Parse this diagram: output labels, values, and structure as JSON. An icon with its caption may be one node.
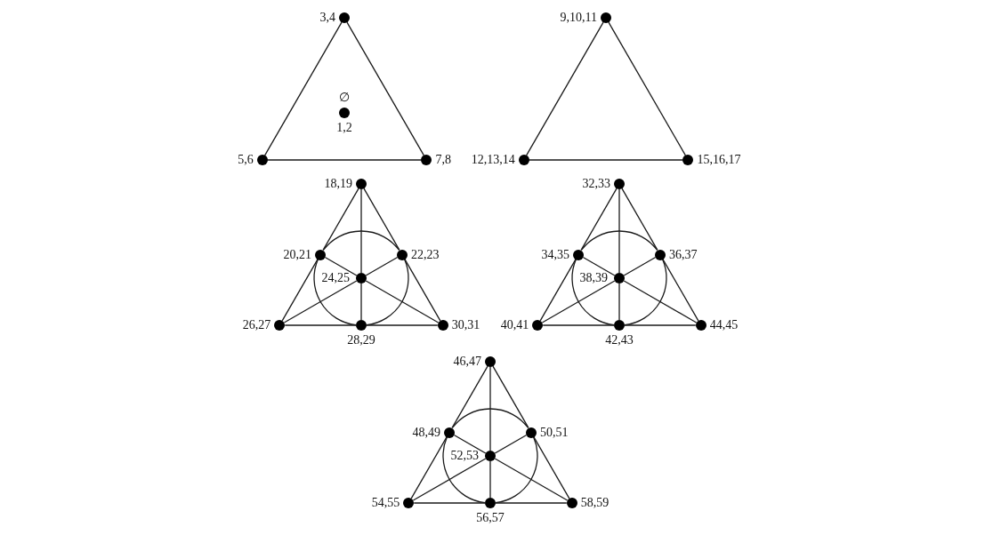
{
  "diagram": {
    "nodes": [
      {
        "text": [],
        "shape": "circle",
        "beside": [
          "3,4"
        ]
      },
      {
        "text": [],
        "shape": "circle",
        "beside": [
          "∅",
          "1,2"
        ]
      },
      {
        "text": [],
        "shape": "circle",
        "beside": [
          "5,6"
        ]
      },
      {
        "text": [],
        "shape": "circle",
        "beside": [
          "7,8"
        ]
      },
      {
        "text": [],
        "shape": "circle",
        "beside": [
          "9,10,11"
        ]
      },
      {
        "text": [],
        "shape": "circle",
        "beside": [
          "12,13,14"
        ]
      },
      {
        "text": [],
        "shape": "circle",
        "beside": [
          "15,16,17"
        ]
      },
      {
        "text": [],
        "shape": "circle",
        "beside": [
          "18,19"
        ]
      },
      {
        "text": [],
        "shape": "circle",
        "beside": [
          "20,21"
        ]
      },
      {
        "text": [],
        "shape": "circle",
        "beside": [
          "22,23"
        ]
      },
      {
        "text": [],
        "shape": "circle",
        "beside": [
          "24,25"
        ]
      },
      {
        "text": [],
        "shape": "circle",
        "beside": [
          "26,27"
        ]
      },
      {
        "text": [],
        "shape": "circle",
        "beside": [
          "28,29"
        ]
      },
      {
        "text": [],
        "shape": "circle",
        "beside": [
          "30,31"
        ]
      },
      {
        "text": [],
        "shape": "circle",
        "beside": [
          "32,33"
        ]
      },
      {
        "text": [],
        "shape": "circle",
        "beside": [
          "34,35"
        ]
      },
      {
        "text": [],
        "shape": "circle",
        "beside": [
          "36,37"
        ]
      },
      {
        "text": [],
        "shape": "circle",
        "beside": [
          "38,39"
        ]
      },
      {
        "text": [],
        "shape": "circle",
        "beside": [
          "40,41"
        ]
      },
      {
        "text": [],
        "shape": "circle",
        "beside": [
          "42,43"
        ]
      },
      {
        "text": [],
        "shape": "circle",
        "beside": [
          "44,45"
        ]
      },
      {
        "text": [],
        "shape": "circle",
        "beside": [
          "46,47"
        ]
      },
      {
        "text": [],
        "shape": "circle",
        "beside": [
          "48,49"
        ]
      },
      {
        "text": [],
        "shape": "circle",
        "beside": [
          "50,51"
        ]
      },
      {
        "text": [],
        "shape": "circle",
        "beside": [
          "52,53"
        ]
      },
      {
        "text": [],
        "shape": "circle",
        "beside": [
          "54,55"
        ]
      },
      {
        "text": [],
        "shape": "circle",
        "beside": [
          "56,57"
        ]
      },
      {
        "text": [],
        "shape": "circle",
        "beside": [
          "58,59"
        ]
      }
    ],
    "edges": [
      {
        "from": 0,
        "to": 2,
        "arrow": "none"
      },
      {
        "from": 0,
        "to": 3,
        "arrow": "none"
      },
      {
        "from": 2,
        "to": 3,
        "arrow": "none"
      },
      {
        "from": 4,
        "to": 5,
        "arrow": "none"
      },
      {
        "from": 4,
        "to": 6,
        "arrow": "none"
      },
      {
        "from": 5,
        "to": 6,
        "arrow": "none"
      },
      {
        "from": 7,
        "to": 8,
        "arrow": "none"
      },
      {
        "from": 8,
        "to": 11,
        "arrow": "none"
      },
      {
        "from": 7,
        "to": 9,
        "arrow": "none"
      },
      {
        "from": 9,
        "to": 13,
        "arrow": "none"
      },
      {
        "from": 11,
        "to": 12,
        "arrow": "none"
      },
      {
        "from": 12,
        "to": 13,
        "arrow": "none"
      },
      {
        "from": 7,
        "to": 10,
        "arrow": "none"
      },
      {
        "from": 10,
        "to": 12,
        "arrow": "none"
      },
      {
        "from": 8,
        "to": 10,
        "arrow": "none"
      },
      {
        "from": 10,
        "to": 13,
        "arrow": "none"
      },
      {
        "from": 9,
        "to": 10,
        "arrow": "none"
      },
      {
        "from": 10,
        "to": 11,
        "arrow": "none"
      },
      {
        "from": 8,
        "to": 9,
        "arrow": "none"
      },
      {
        "from": 9,
        "to": 12,
        "arrow": "none"
      },
      {
        "from": 12,
        "to": 8,
        "arrow": "none"
      },
      {
        "from": 14,
        "to": 15,
        "arrow": "none"
      },
      {
        "from": 15,
        "to": 18,
        "arrow": "none"
      },
      {
        "from": 14,
        "to": 16,
        "arrow": "none"
      },
      {
        "from": 16,
        "to": 20,
        "arrow": "none"
      },
      {
        "from": 18,
        "to": 19,
        "arrow": "none"
      },
      {
        "from": 19,
        "to": 20,
        "arrow": "none"
      },
      {
        "from": 14,
        "to": 17,
        "arrow": "none"
      },
      {
        "from": 17,
        "to": 19,
        "arrow": "none"
      },
      {
        "from": 15,
        "to": 17,
        "arrow": "none"
      },
      {
        "from": 17,
        "to": 20,
        "arrow": "none"
      },
      {
        "from": 16,
        "to": 17,
        "arrow": "none"
      },
      {
        "from": 17,
        "to": 18,
        "arrow": "none"
      },
      {
        "from": 15,
        "to": 16,
        "arrow": "none"
      },
      {
        "from": 16,
        "to": 19,
        "arrow": "none"
      },
      {
        "from": 19,
        "to": 15,
        "arrow": "none"
      },
      {
        "from": 21,
        "to": 22,
        "arrow": "none"
      },
      {
        "from": 22,
        "to": 25,
        "arrow": "none"
      },
      {
        "from": 21,
        "to": 23,
        "arrow": "none"
      },
      {
        "from": 23,
        "to": 27,
        "arrow": "none"
      },
      {
        "from": 25,
        "to": 26,
        "arrow": "none"
      },
      {
        "from": 26,
        "to": 27,
        "arrow": "none"
      },
      {
        "from": 21,
        "to": 24,
        "arrow": "none"
      },
      {
        "from": 24,
        "to": 26,
        "arrow": "none"
      },
      {
        "from": 22,
        "to": 24,
        "arrow": "none"
      },
      {
        "from": 24,
        "to": 27,
        "arrow": "none"
      },
      {
        "from": 23,
        "to": 24,
        "arrow": "none"
      },
      {
        "from": 24,
        "to": 25,
        "arrow": "none"
      },
      {
        "from": 22,
        "to": 23,
        "arrow": "none"
      },
      {
        "from": 23,
        "to": 26,
        "arrow": "none"
      },
      {
        "from": 26,
        "to": 22,
        "arrow": "none"
      }
    ]
  }
}
